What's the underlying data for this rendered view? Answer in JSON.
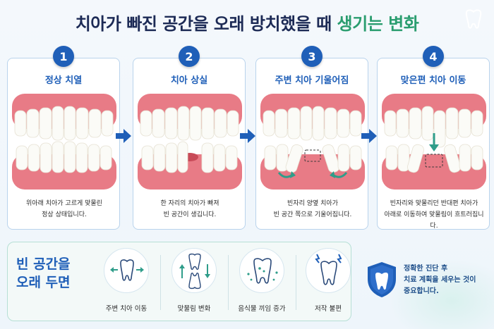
{
  "title": {
    "main": "치아가 빠진 공간을 오래 방치했을 때",
    "highlight": "생기는 변화"
  },
  "colors": {
    "primary": "#1f5fb8",
    "accent": "#2a9d6f",
    "gum": "#e87b86",
    "teal": "#2f9d8a"
  },
  "stages": [
    {
      "num": "1",
      "title": "정상 치열",
      "desc": [
        "위아래 치아가 고르게 맞물린",
        "정상 상태입니다."
      ]
    },
    {
      "num": "2",
      "title": "치아 상실",
      "desc": [
        "한 자리의 치아가 빠져",
        "빈 공간이 생깁니다."
      ]
    },
    {
      "num": "3",
      "title": "주변 치아 기울어짐",
      "desc": [
        "빈자리 양옆 치아가",
        "빈 공간 쪽으로 기울어집니다."
      ]
    },
    {
      "num": "4",
      "title": "맞은편 치아 이동",
      "desc": [
        "빈자리와 맞물리던 반대편 치아가",
        "아래로 이동하여 맞물림이 흐트러집니다."
      ]
    }
  ],
  "bottom": {
    "title_line1": "빈 공간을",
    "title_line2": "오래 두면",
    "items": [
      {
        "label": "주변 치아 이동",
        "icon": "tooth-shift-icon"
      },
      {
        "label": "맞물림 변화",
        "icon": "bite-change-icon"
      },
      {
        "label": "음식물 끼임 증가",
        "icon": "food-trap-icon"
      },
      {
        "label": "저작 불편",
        "icon": "chewing-pain-icon"
      }
    ]
  },
  "advice": {
    "line1": "정확한 진단 후",
    "line2": "치료 계획을 세우는 것이",
    "line3": "중요합니다."
  }
}
